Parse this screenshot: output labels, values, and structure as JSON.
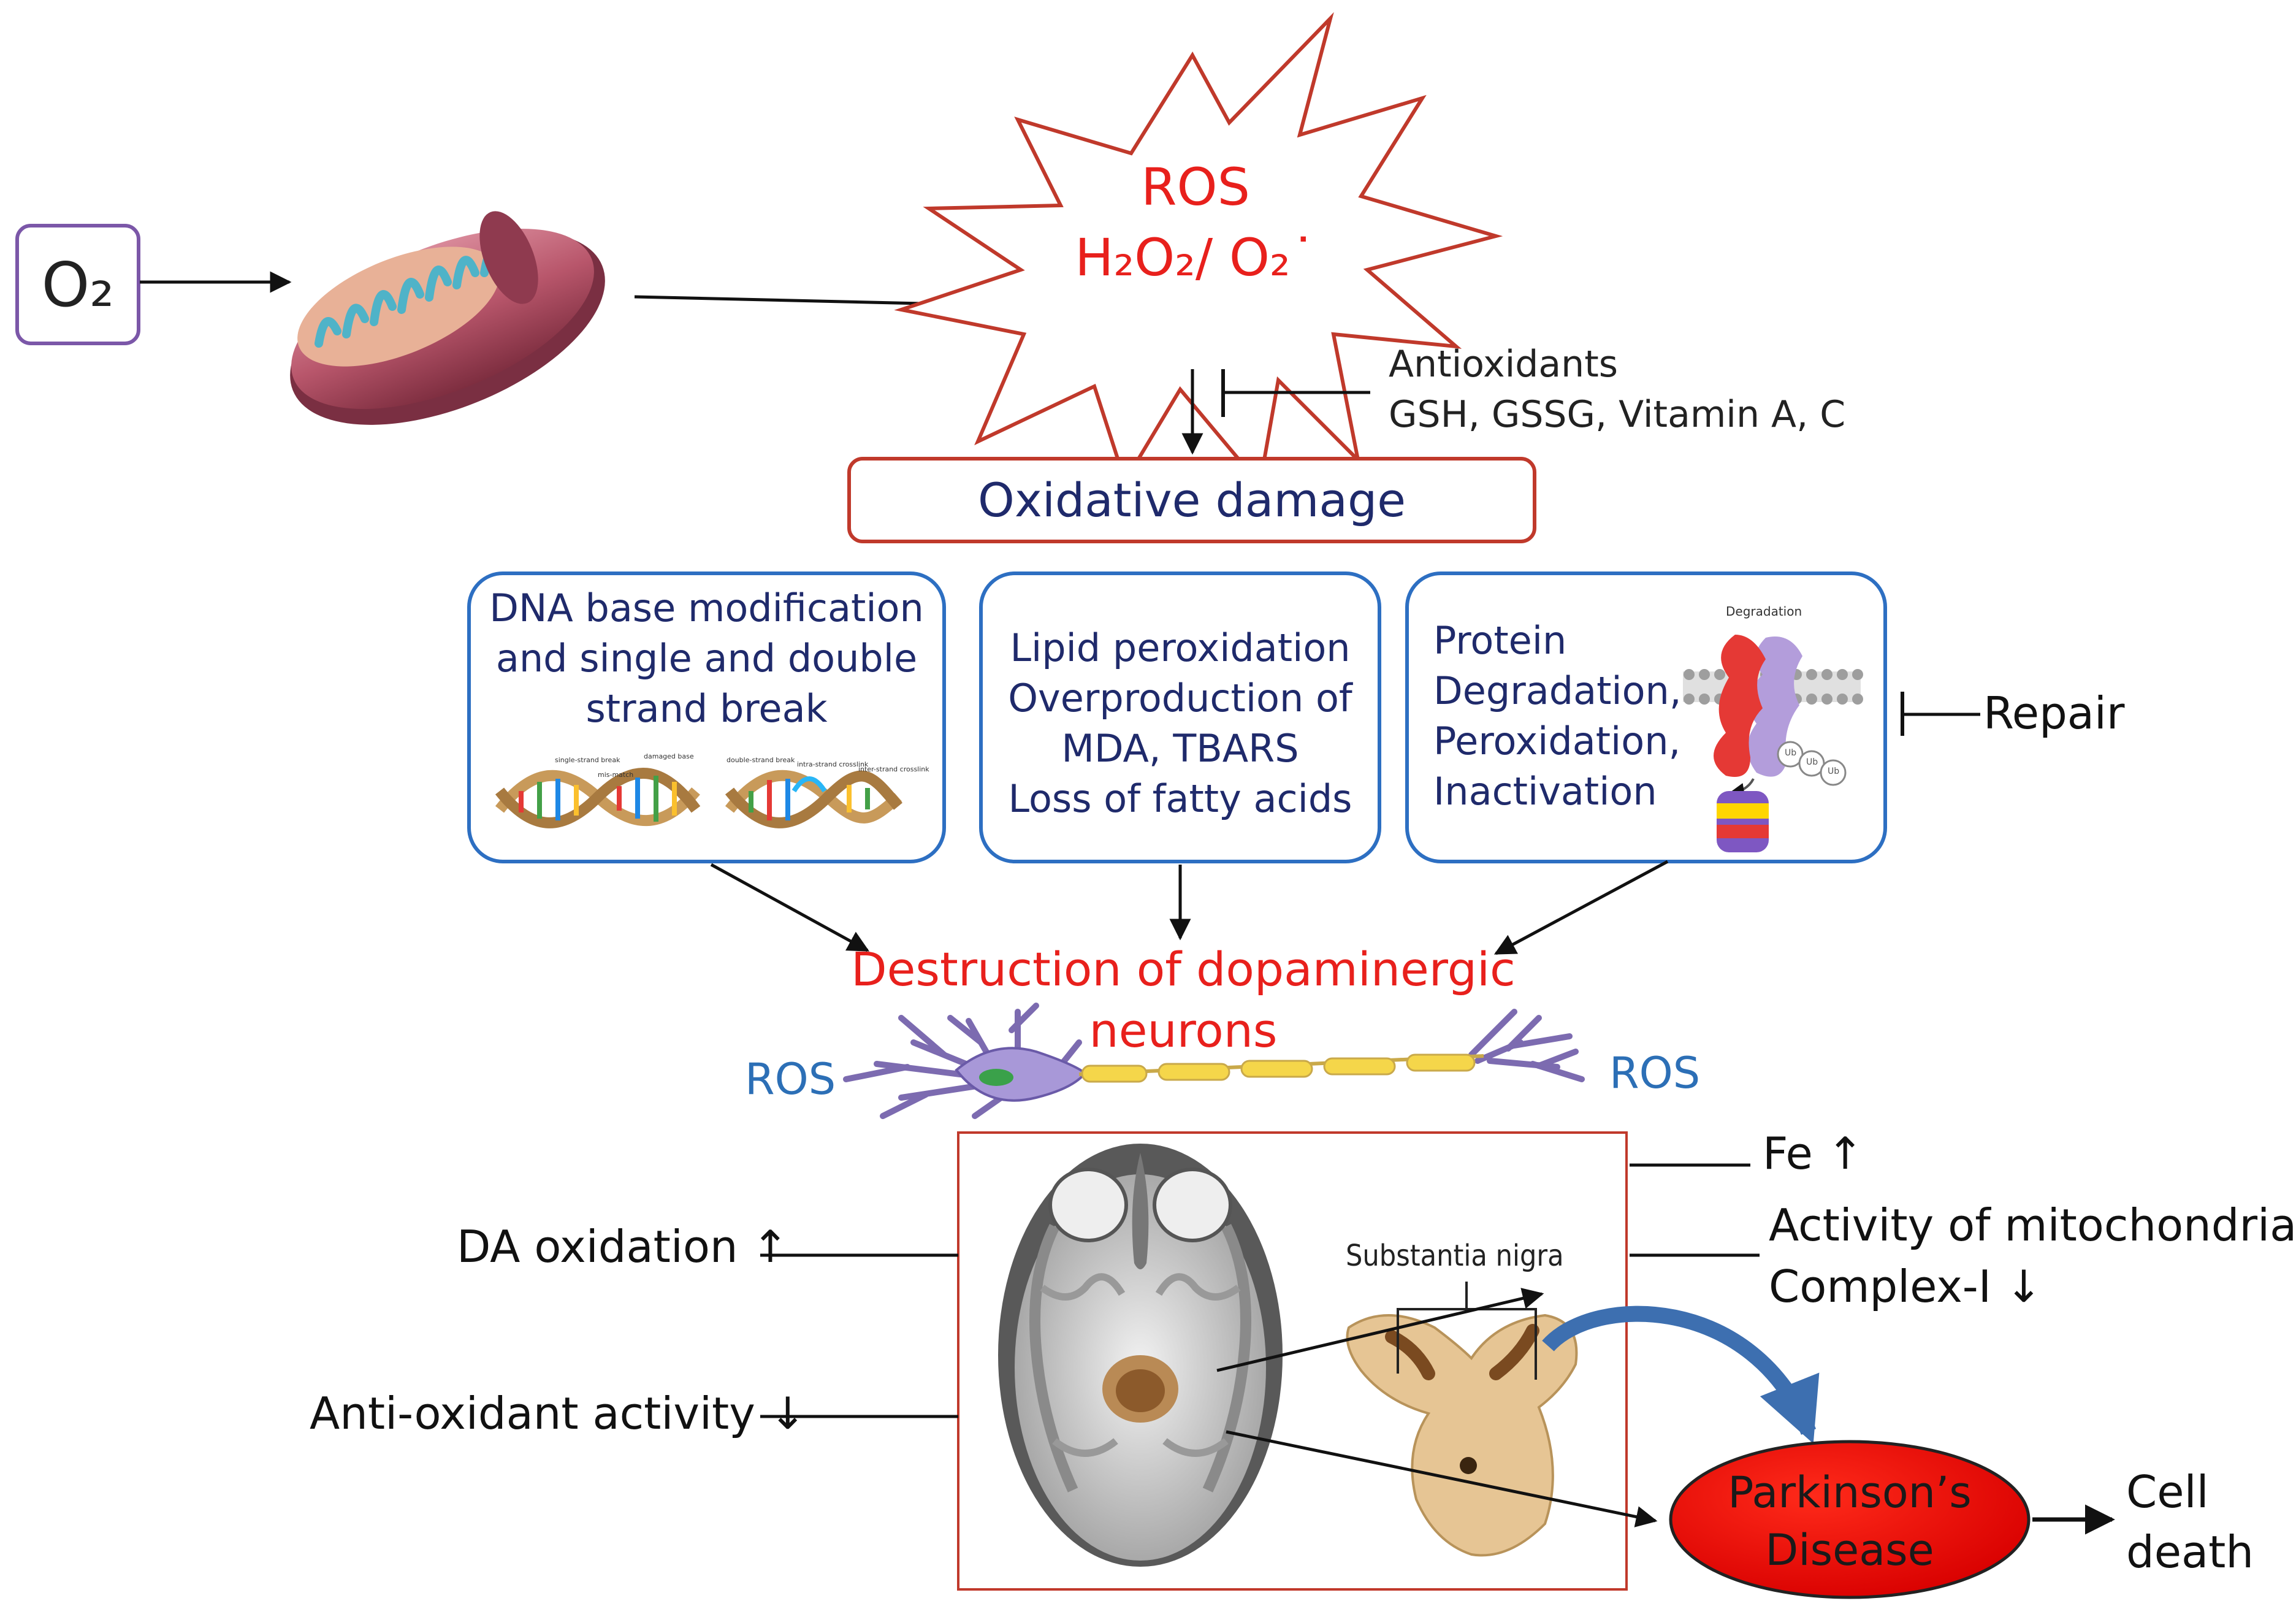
{
  "oxygen": {
    "label": "O₂"
  },
  "ros_burst": {
    "line1": "ROS",
    "line2": "H₂O₂/ O₂˙"
  },
  "antioxidants": {
    "line1": "Antioxidants",
    "line2": "GSH, GSSG, Vitamin A, C"
  },
  "oxidative_damage": {
    "label": "Oxidative damage"
  },
  "dna_box": {
    "lines": [
      "DNA base modification",
      "and single and double",
      "strand break"
    ],
    "figure_labels": [
      "single-strand break",
      "mis-match",
      "damaged base",
      "double-strand break",
      "intra-strand crosslink",
      "inter-strand crosslink"
    ]
  },
  "lipid_box": {
    "lines": [
      "Lipid peroxidation",
      "Overproduction of",
      "MDA, TBARS",
      "Loss of fatty acids"
    ]
  },
  "protein_box": {
    "lines": [
      "Protein",
      "Degradation,",
      "Peroxidation,",
      "Inactivation"
    ],
    "figure_label": "Degradation",
    "ub_labels": [
      "Ub",
      "Ub",
      "Ub"
    ]
  },
  "repair": {
    "label": "Repair"
  },
  "destruction": {
    "line1": "Destruction of dopaminergic",
    "line2": "neurons"
  },
  "neuron": {
    "ros_left": "ROS",
    "ros_right": "ROS"
  },
  "factors": {
    "fe": "Fe ↑",
    "mito_line1": "Activity of mitochondrial",
    "mito_line2": "Complex-I ↓",
    "da_oxidation": "DA oxidation ↑",
    "antioxidant_activity": "Anti-oxidant activity ↓"
  },
  "brain": {
    "substantia_label": "Substantia nigra"
  },
  "parkinsons": {
    "line1": "Parkinson’s",
    "line2": "Disease"
  },
  "cell_death": {
    "line1": "Cell",
    "line2": "death"
  },
  "colors": {
    "red": "#e8201c",
    "navy": "#1f2a6b",
    "blue_border": "#2d6fc2",
    "purple_border": "#7b57a8",
    "ros_blue": "#2c6fb6",
    "dark_red_border": "#c0392b",
    "curved_arrow": "#3d6fb0"
  }
}
